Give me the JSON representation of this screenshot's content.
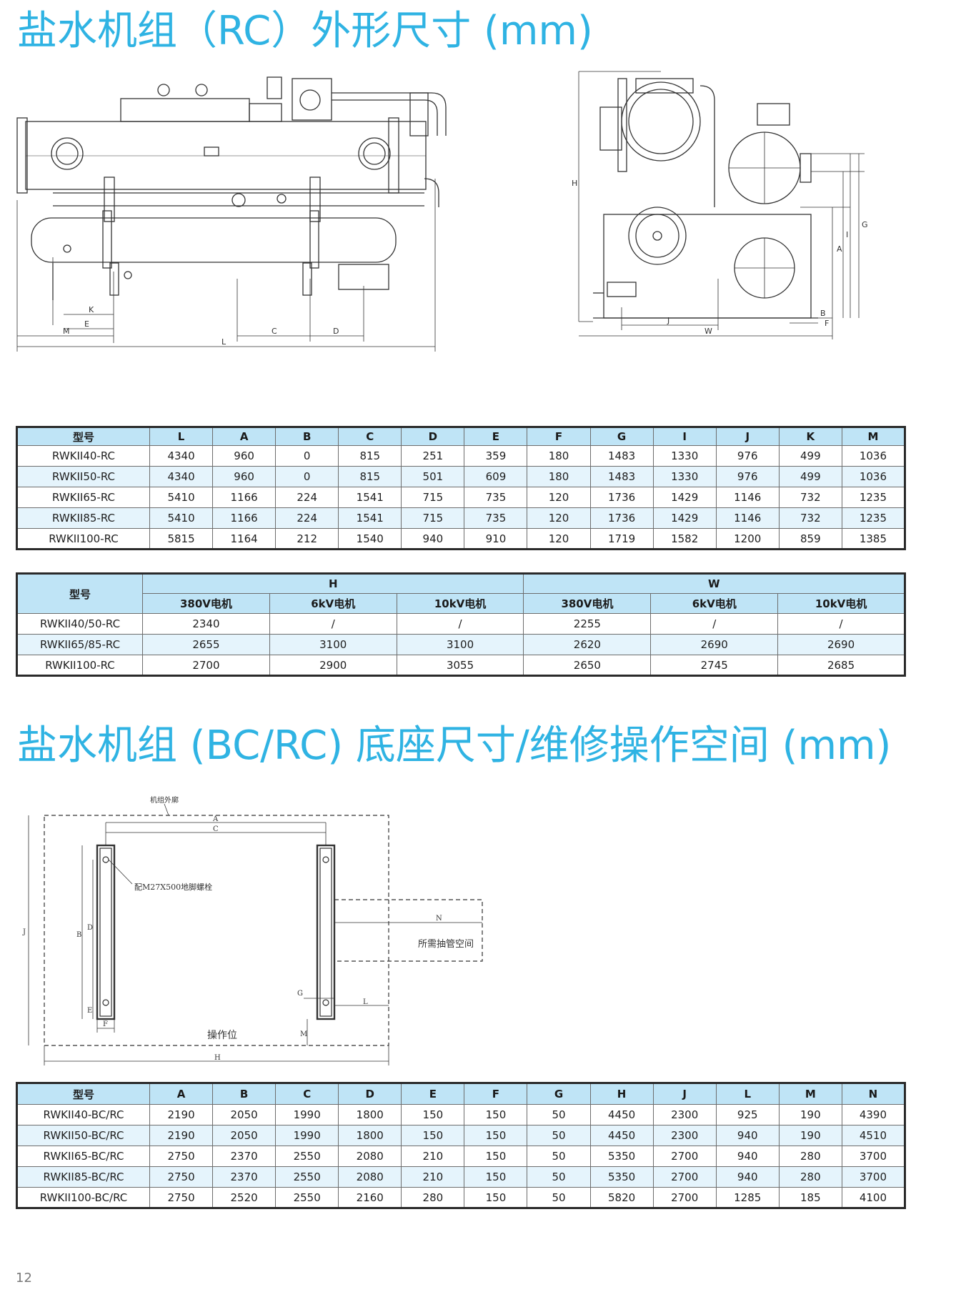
{
  "section1": {
    "title": "盐水机组（RC）外形尺寸 (mm)",
    "front_view_labels": [
      "K",
      "E",
      "M",
      "C",
      "D",
      "L"
    ],
    "side_view_labels": [
      "H",
      "J",
      "W",
      "B",
      "F",
      "A",
      "I",
      "G"
    ]
  },
  "table1": {
    "headers": [
      "型号",
      "L",
      "A",
      "B",
      "C",
      "D",
      "E",
      "F",
      "G",
      "I",
      "J",
      "K",
      "M"
    ],
    "rows": [
      [
        "RWKII40-RC",
        "4340",
        "960",
        "0",
        "815",
        "251",
        "359",
        "180",
        "1483",
        "1330",
        "976",
        "499",
        "1036"
      ],
      [
        "RWKII50-RC",
        "4340",
        "960",
        "0",
        "815",
        "501",
        "609",
        "180",
        "1483",
        "1330",
        "976",
        "499",
        "1036"
      ],
      [
        "RWKII65-RC",
        "5410",
        "1166",
        "224",
        "1541",
        "715",
        "735",
        "120",
        "1736",
        "1429",
        "1146",
        "732",
        "1235"
      ],
      [
        "RWKII85-RC",
        "5410",
        "1166",
        "224",
        "1541",
        "715",
        "735",
        "120",
        "1736",
        "1429",
        "1146",
        "732",
        "1235"
      ],
      [
        "RWKII100-RC",
        "5815",
        "1164",
        "212",
        "1540",
        "940",
        "910",
        "120",
        "1719",
        "1582",
        "1200",
        "859",
        "1385"
      ]
    ]
  },
  "table2": {
    "model_header": "型号",
    "group_headers": [
      "H",
      "W"
    ],
    "sub_headers": [
      "380V电机",
      "6kV电机",
      "10kV电机",
      "380V电机",
      "6kV电机",
      "10kV电机"
    ],
    "rows": [
      [
        "RWKII40/50-RC",
        "2340",
        "/",
        "/",
        "2255",
        "/",
        "/"
      ],
      [
        "RWKII65/85-RC",
        "2655",
        "3100",
        "3100",
        "2620",
        "2690",
        "2690"
      ],
      [
        "RWKII100-RC",
        "2700",
        "2900",
        "3055",
        "2650",
        "2745",
        "2685"
      ]
    ]
  },
  "section2": {
    "title": "盐水机组 (BC/RC) 底座尺寸/维修操作空间 (mm)",
    "unit_outline_label": "机组外廓",
    "bolt_label": "配M27X500地脚螺栓",
    "tube_space_label": "所需抽管空间",
    "operation_label": "操作位",
    "dim_labels": [
      "A",
      "C",
      "B",
      "D",
      "J",
      "E",
      "F",
      "G",
      "L",
      "M",
      "H",
      "N"
    ]
  },
  "table3": {
    "headers": [
      "型号",
      "A",
      "B",
      "C",
      "D",
      "E",
      "F",
      "G",
      "H",
      "J",
      "L",
      "M",
      "N"
    ],
    "rows": [
      [
        "RWKII40-BC/RC",
        "2190",
        "2050",
        "1990",
        "1800",
        "150",
        "150",
        "50",
        "4450",
        "2300",
        "925",
        "190",
        "4390"
      ],
      [
        "RWKII50-BC/RC",
        "2190",
        "2050",
        "1990",
        "1800",
        "150",
        "150",
        "50",
        "4450",
        "2300",
        "940",
        "190",
        "4510"
      ],
      [
        "RWKII65-BC/RC",
        "2750",
        "2370",
        "2550",
        "2080",
        "210",
        "150",
        "50",
        "5350",
        "2700",
        "940",
        "280",
        "3700"
      ],
      [
        "RWKII85-BC/RC",
        "2750",
        "2370",
        "2550",
        "2080",
        "210",
        "150",
        "50",
        "5350",
        "2700",
        "940",
        "280",
        "3700"
      ],
      [
        "RWKII100-BC/RC",
        "2750",
        "2520",
        "2550",
        "2160",
        "280",
        "150",
        "50",
        "5820",
        "2700",
        "1285",
        "185",
        "4100"
      ]
    ]
  },
  "page_number": "12"
}
